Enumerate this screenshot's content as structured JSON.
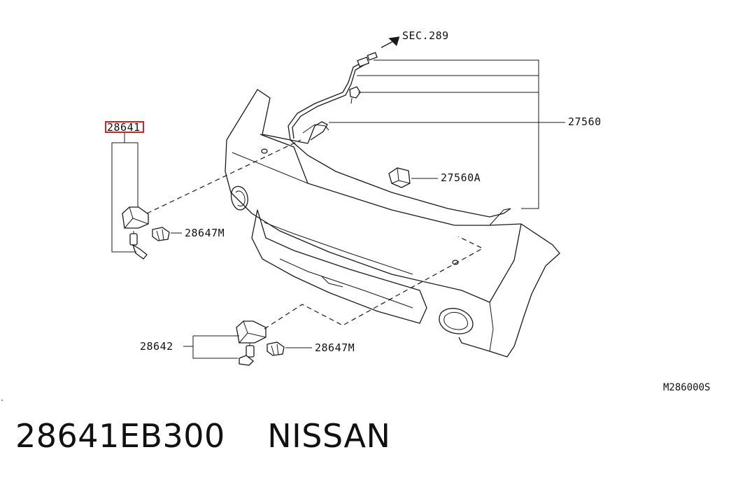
{
  "callouts": {
    "sec_ref": "SEC.289",
    "part_27560": "27560",
    "part_27560a": "27560A",
    "part_28641": "28641",
    "part_28647m_upper": "28647M",
    "part_28642": "28642",
    "part_28647m_lower": "28647M"
  },
  "diagram_code": "M286000S",
  "caption": {
    "part_number": "28641EB300",
    "brand": "NISSAN"
  },
  "colors": {
    "highlight": "#e0201c",
    "line": "#1a1a1a"
  }
}
